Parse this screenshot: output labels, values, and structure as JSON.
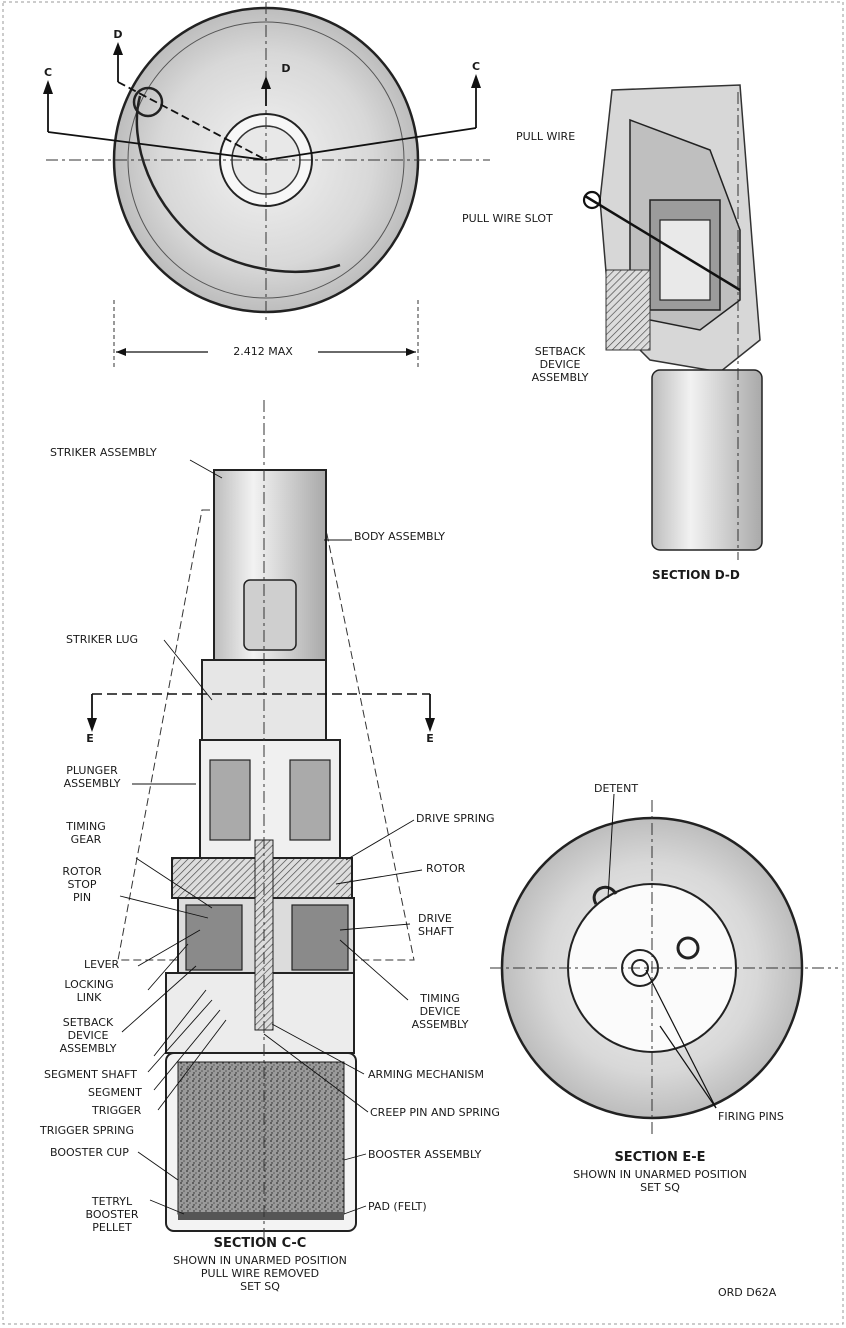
{
  "top_view": {
    "section_marks": [
      "D",
      "D",
      "C",
      "C"
    ],
    "dimension": "2.412 MAX"
  },
  "section_dd": {
    "title": "SECTION D-D",
    "labels": [
      "PULL WIRE",
      "PULL WIRE SLOT",
      "SETBACK\nDEVICE\nASSEMBLY"
    ]
  },
  "section_cc": {
    "title": "SECTION C-C",
    "subtitle": "SHOWN IN UNARMED POSITION\nPULL WIRE REMOVED\nSET SQ",
    "section_marks": [
      "E",
      "E"
    ],
    "left_labels": [
      "STRIKER ASSEMBLY",
      "STRIKER LUG",
      "PLUNGER\nASSEMBLY",
      "TIMING\nGEAR",
      "ROTOR\nSTOP\nPIN",
      "LEVER",
      "LOCKING\nLINK",
      "SETBACK\nDEVICE\nASSEMBLY",
      "SEGMENT SHAFT",
      "SEGMENT",
      "TRIGGER",
      "TRIGGER SPRING",
      "BOOSTER CUP",
      "TETRYL\nBOOSTER\nPELLET"
    ],
    "right_labels": [
      "BODY ASSEMBLY",
      "DRIVE SPRING",
      "ROTOR",
      "DRIVE\nSHAFT",
      "TIMING\nDEVICE\nASSEMBLY",
      "ARMING MECHANISM",
      "CREEP PIN AND SPRING",
      "BOOSTER ASSEMBLY",
      "PAD (FELT)"
    ]
  },
  "section_ee": {
    "title": "SECTION E-E",
    "subtitle": "SHOWN IN UNARMED POSITION\nSET SQ",
    "labels": [
      "DETENT",
      "FIRING PINS"
    ]
  },
  "drawing_number": "ORD D62A"
}
